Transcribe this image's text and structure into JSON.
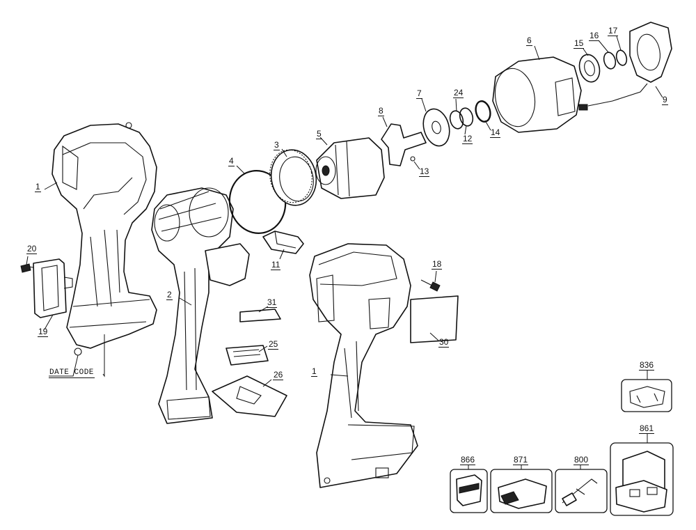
{
  "callouts": {
    "c1a": "1",
    "c1b": "1",
    "c2": "2",
    "c3": "3",
    "c4": "4",
    "c5": "5",
    "c6": "6",
    "c7": "7",
    "c8": "8",
    "c9": "9",
    "c11": "11",
    "c12": "12",
    "c13": "13",
    "c14": "14",
    "c15": "15",
    "c16": "16",
    "c17": "17",
    "c18": "18",
    "c19": "19",
    "c20": "20",
    "c24": "24",
    "c25": "25",
    "c26": "26",
    "c30": "30",
    "c31": "31",
    "c800": "800",
    "c836": "836",
    "c861": "861",
    "c866": "866",
    "c871": "871"
  },
  "annotations": {
    "date_code": "DATE CODE"
  }
}
